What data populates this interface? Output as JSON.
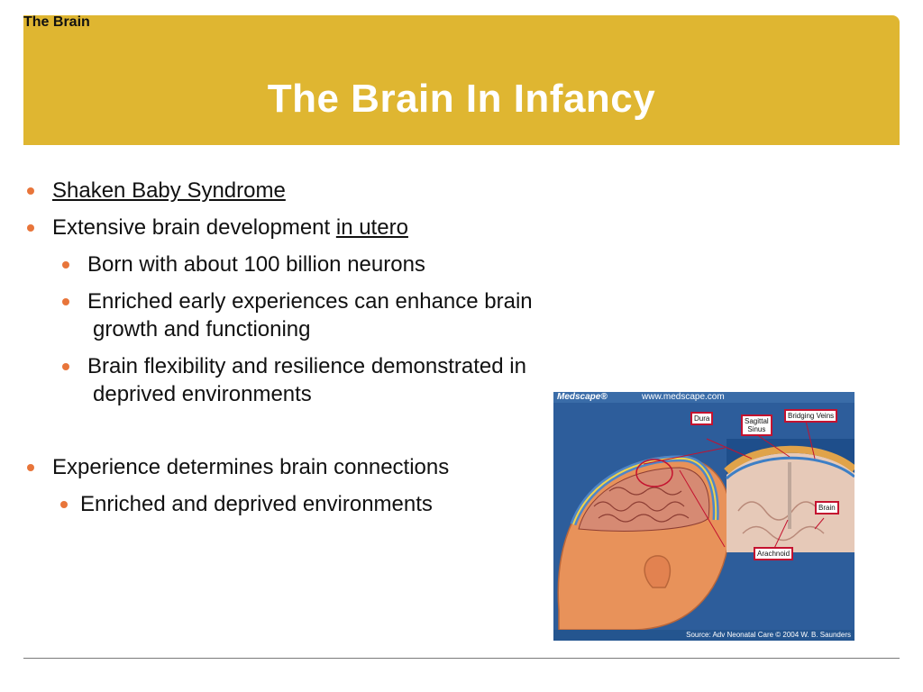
{
  "header": {
    "section_label": "The Brain",
    "title": "The Brain In Infancy"
  },
  "content": {
    "b1": "Shaken Baby Syndrome",
    "b2_text": "Extensive brain development ",
    "b2_link": "in utero",
    "b2a": "Born with about 100 billion neurons",
    "b2b_line1": "Enriched early experiences can enhance brain",
    "b2b_line2": "growth and functioning",
    "b2c_line1": "Brain flexibility and resilience demonstrated in",
    "b2c_line2": "deprived environments",
    "b3": "Experience determines brain connections",
    "b3a": "Enriched and deprived environments"
  },
  "figure": {
    "logo": "Medscape®",
    "url": "www.medscape.com",
    "labels": {
      "dura": "Dura",
      "sagittal_1": "Sagittal",
      "sagittal_2": "Sinus",
      "bridging": "Bridging Veins",
      "brain": "Brain",
      "arachnoid": "Arachnoid"
    },
    "source": "Source: Adv Neonatal Care © 2004 W. B. Saunders"
  },
  "colors": {
    "title_band": "#dfb631",
    "bullet": "#e8753a",
    "figure_bg": "#2d5d9b"
  }
}
